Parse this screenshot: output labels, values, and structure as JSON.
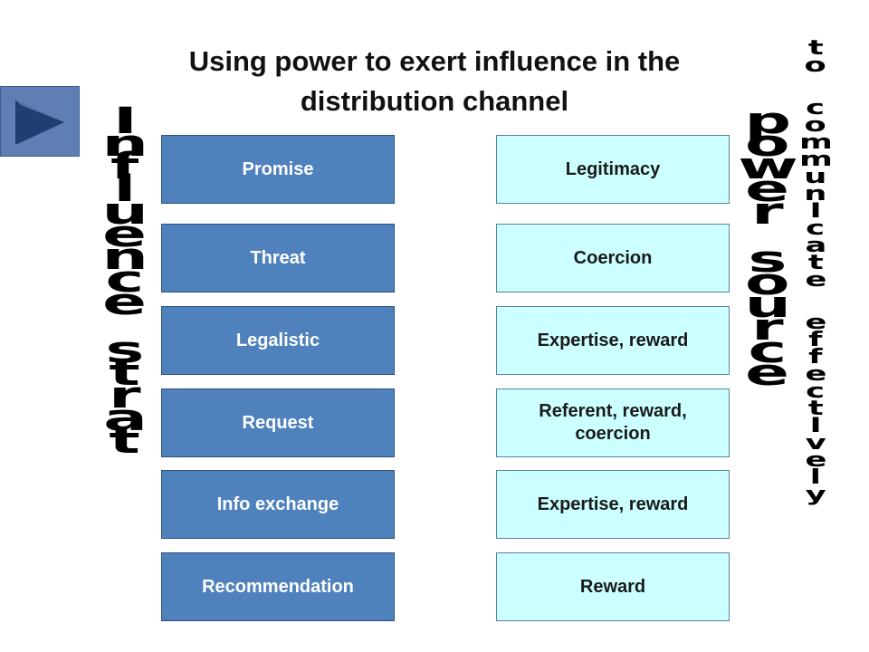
{
  "title": "Using power to exert influence in the distribution channel",
  "left_vertical_text": "Influence Strat",
  "right_vertical_text": "Power source",
  "far_right_vertical_text": "to communicate effectively",
  "strategies": [
    "Promise",
    "Threat",
    "Legalistic",
    "Request",
    "Info exchange",
    "Recommendation"
  ],
  "power_sources": [
    "Legitimacy",
    "Coercion",
    "Expertise, reward",
    "Referent, reward, coercion",
    "Expertise, reward",
    "Reward"
  ],
  "nav": {
    "icon": "play-triangle-icon"
  },
  "colors": {
    "strategy_fill": "#4f81bd",
    "power_fill": "#ccffff",
    "nav_fill": "#5f7fb4",
    "nav_arrow": "#1f3f73"
  }
}
